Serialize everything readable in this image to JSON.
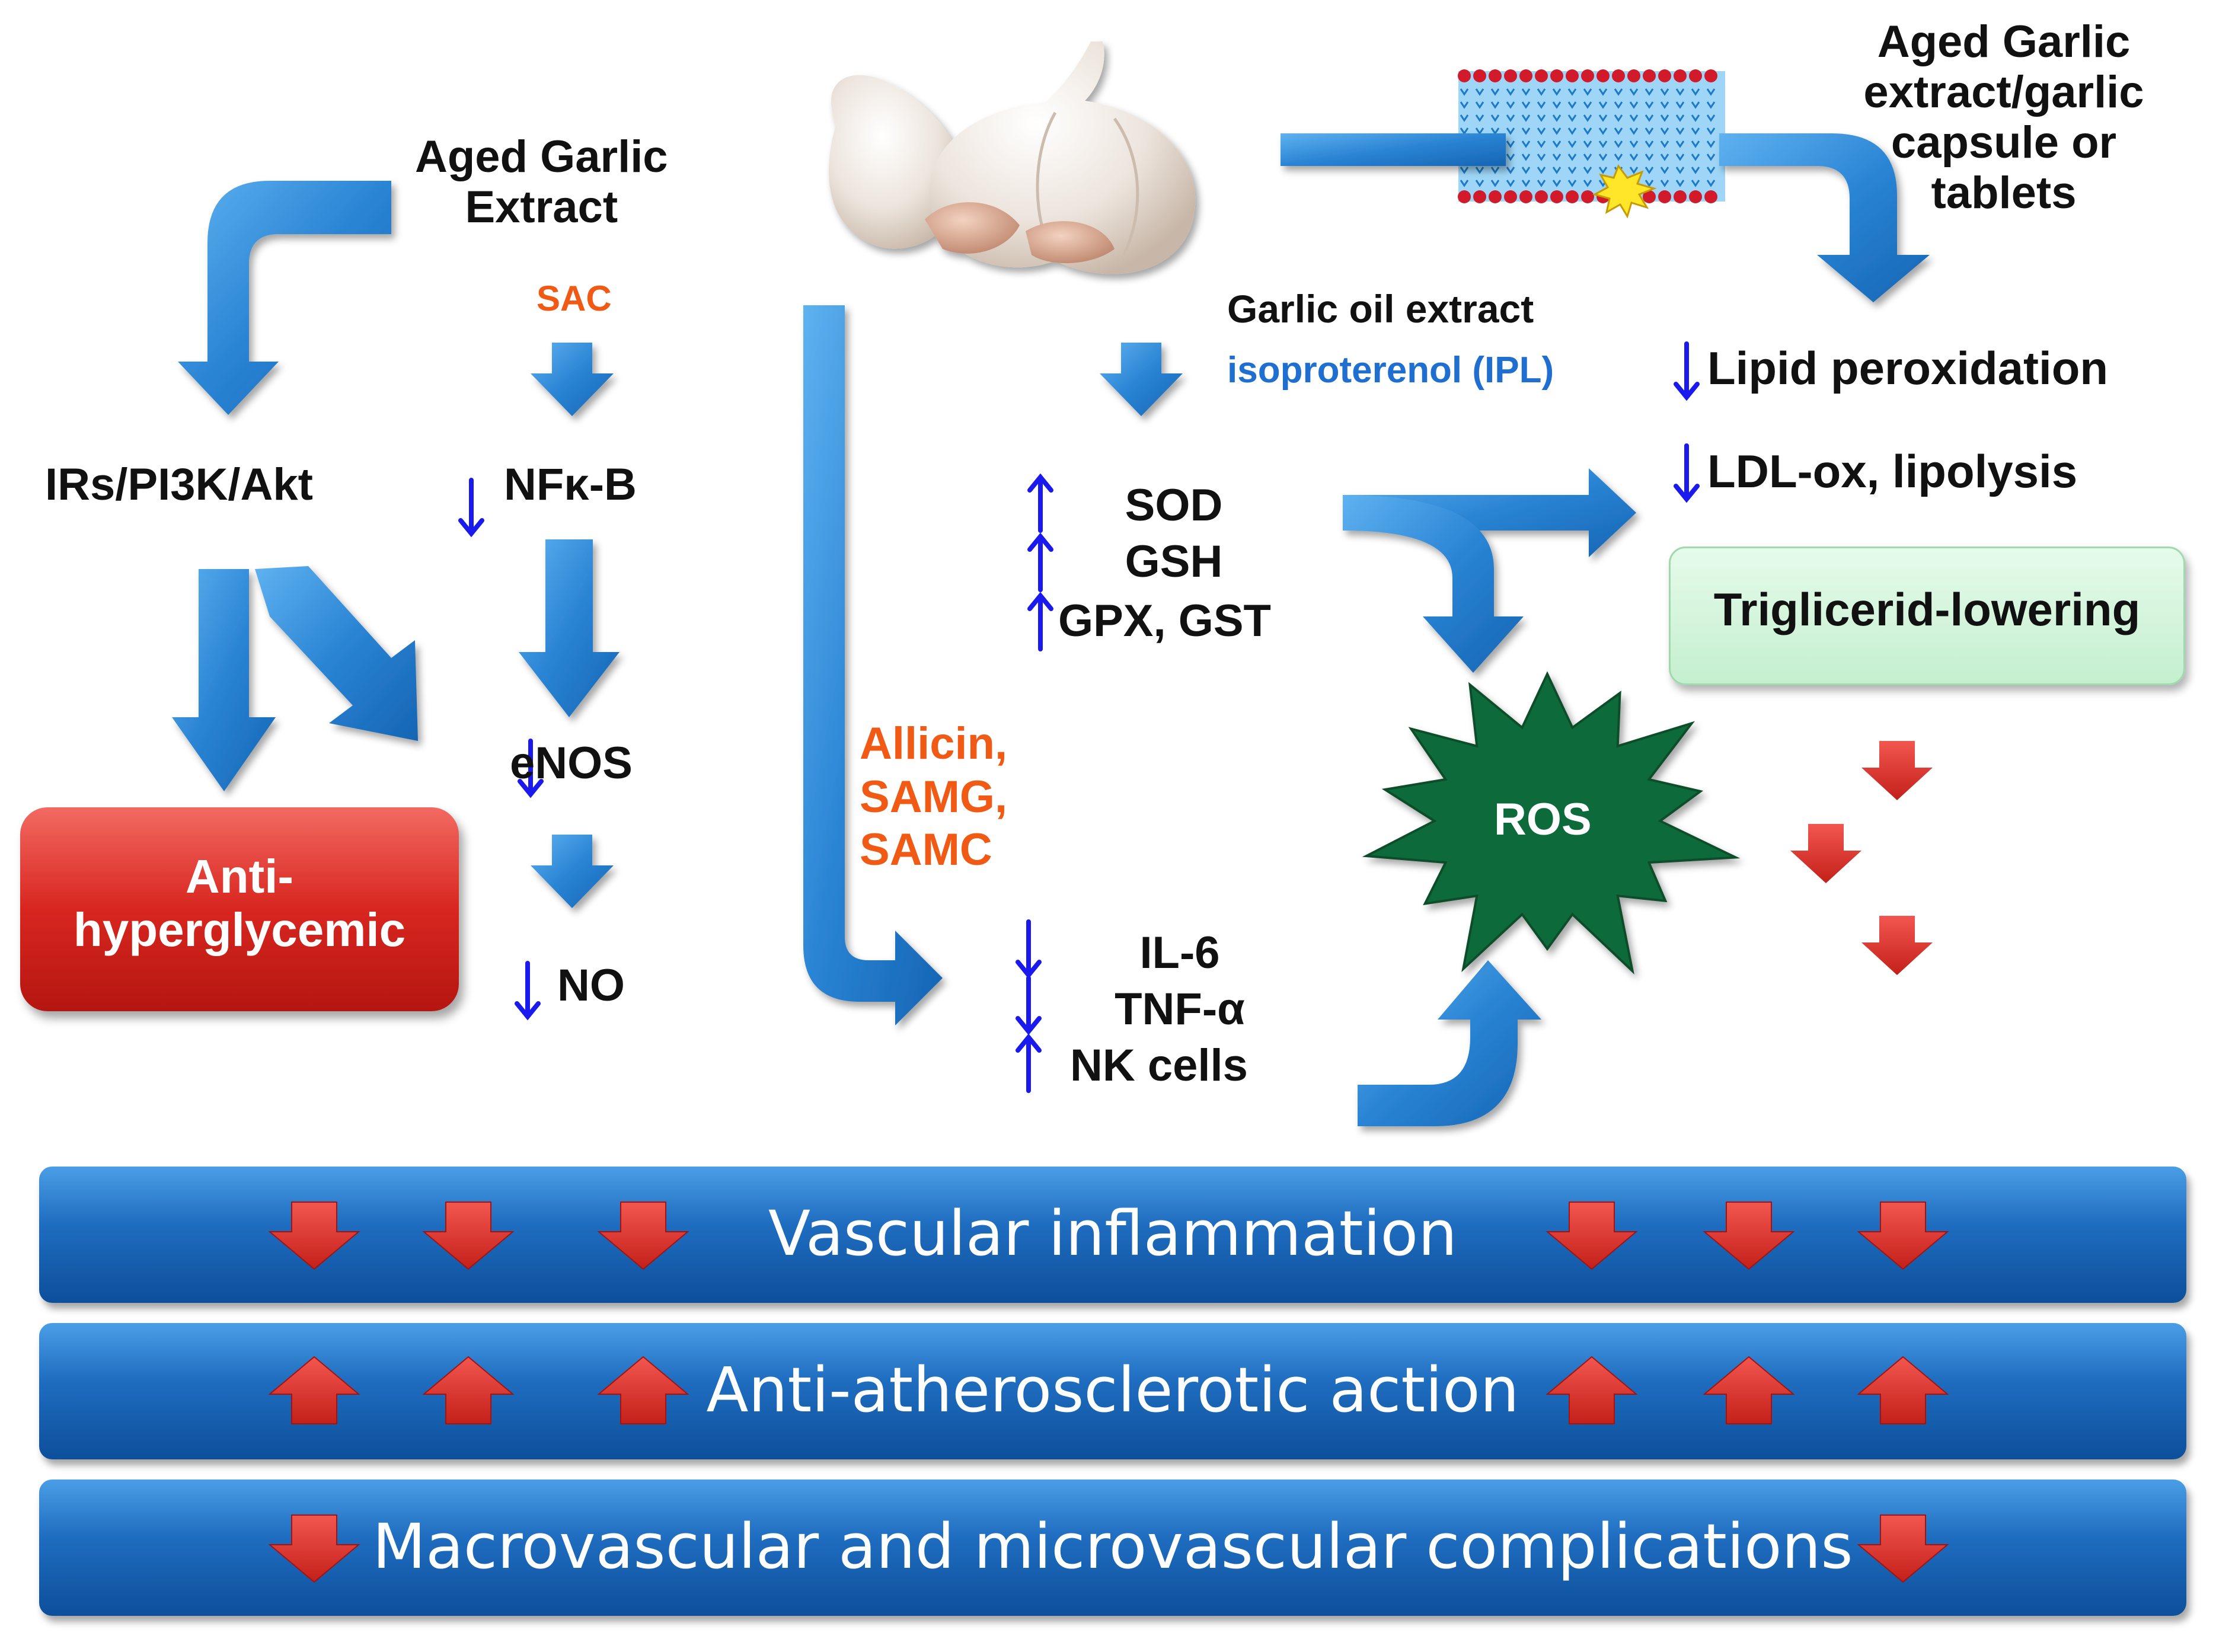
{
  "labels": {
    "aged_garlic_extract": "Aged Garlic\nExtract",
    "sac": "SAC",
    "irs_pathway": "IRs/PI3K/Akt",
    "nfkb": "NFκ-B",
    "enos": "eNOS",
    "no": "NO",
    "anti_hyperglycemic": "Anti-\nhyperglycemic",
    "garlic_oil_extract": "Garlic oil extract",
    "isoproterenol": "isoproterenol (IPL)",
    "sod": "SOD",
    "gsh": "GSH",
    "gpx_gst": "GPX, GST",
    "allicin_group": "Allicin,\nSAMG,\nSAMC",
    "il6": "IL-6",
    "tnf": "TNF-α",
    "nk_cells": "NK cells",
    "ros": "ROS",
    "aged_garlic_capsule": "Aged Garlic\nextract/garlic\ncapsule or\ntablets",
    "lipid_peroxidation": "Lipid peroxidation",
    "ldl_ox": "LDL-ox, lipolysis",
    "triglicerid_lowering": "Triglicerid-lowering"
  },
  "bands": [
    {
      "label": "Vascular inflammation",
      "arrow": "down"
    },
    {
      "label": "Anti-atherosclerotic action",
      "arrow": "up"
    },
    {
      "label": "Macrovascular and microvascular complications",
      "arrow": "down"
    }
  ],
  "colors": {
    "flow_arrow": "#2a84d4",
    "ros_star": "#0f6b3a",
    "red_box": "#d8261f",
    "green_box": "#c4efcf",
    "band": "#1f6dc0",
    "indicator_arrow": "#1a1aee",
    "orange_text": "#f05a14",
    "blue_text": "#1f6fd0"
  },
  "icons": [
    "garlic-bulbs-image",
    "lipid-bilayer-membrane-icon",
    "oxidation-burst-icon",
    "ros-starburst-icon"
  ]
}
